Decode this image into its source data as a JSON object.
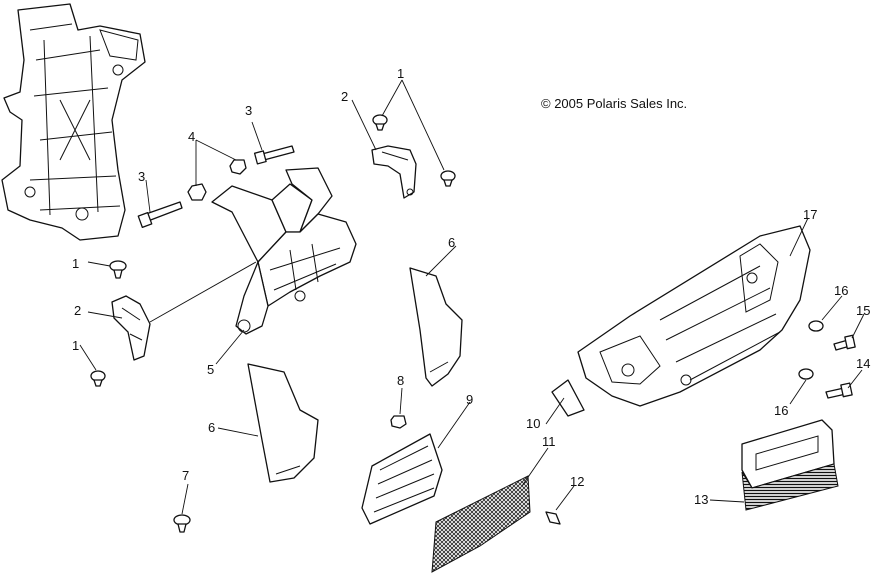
{
  "copyright": "© 2005 Polaris Sales Inc.",
  "callouts": {
    "c1a": "1",
    "c1b": "1",
    "c1c": "1",
    "c2a": "2",
    "c2b": "2",
    "c3a": "3",
    "c3b": "3",
    "c4": "4",
    "c5": "5",
    "c6a": "6",
    "c6b": "6",
    "c7": "7",
    "c8": "8",
    "c9": "9",
    "c10": "10",
    "c11": "11",
    "c12": "12",
    "c13": "13",
    "c14": "14",
    "c15": "15",
    "c16a": "16",
    "c16b": "16",
    "c17": "17"
  }
}
